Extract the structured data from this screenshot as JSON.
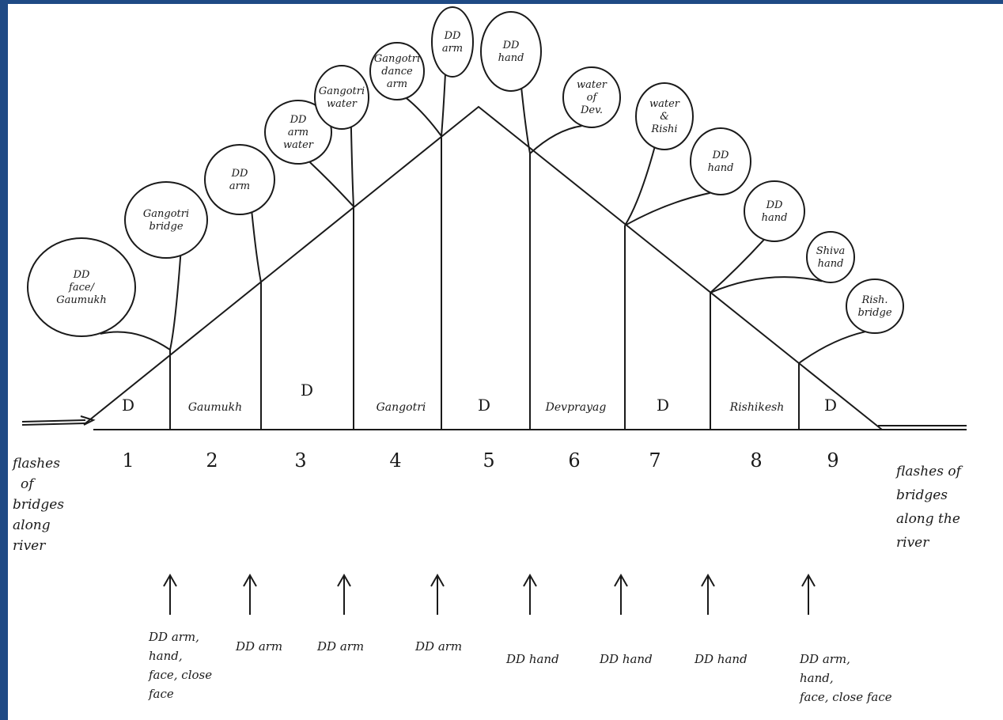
{
  "segment_numbers": [
    "1",
    "2",
    "3",
    "4",
    "5",
    "6",
    "7",
    "8",
    "9"
  ],
  "sections": [
    "D",
    "Gaumukh",
    "D",
    "Gangotri",
    "D",
    "Devprayag",
    "D",
    "Rishikesh",
    "D"
  ],
  "bubbles": [
    [
      "DD",
      "face/",
      "Gaumukh"
    ],
    [
      "Gangotri",
      "bridge"
    ],
    [
      "DD",
      "arm"
    ],
    [
      "DD",
      "arm",
      "water"
    ],
    [
      "Gangotri",
      "water"
    ],
    [
      "Gangotri",
      "dance",
      "arm"
    ],
    [
      "DD",
      "arm"
    ],
    [
      "DD",
      "hand"
    ],
    [
      "water",
      "of",
      "Dev."
    ],
    [
      "water",
      "&",
      "Rishi"
    ],
    [
      "DD",
      "hand"
    ],
    [
      "DD",
      "hand"
    ],
    [
      "Shiva",
      "hand"
    ],
    [
      "Rish.",
      "bridge"
    ]
  ],
  "shots": [
    [
      "DD arm,",
      "hand,",
      "face, close",
      "face"
    ],
    [
      "DD arm"
    ],
    [
      "DD arm"
    ],
    [
      "DD arm"
    ],
    [
      "DD hand"
    ],
    [
      "DD hand"
    ],
    [
      "DD hand"
    ],
    [
      "DD arm,",
      "hand,",
      "face, close face"
    ]
  ],
  "left_note": [
    "flashes",
    "of",
    "bridges",
    "along",
    "river"
  ],
  "right_note": [
    "flashes of",
    "bridges",
    "along the",
    "river"
  ]
}
